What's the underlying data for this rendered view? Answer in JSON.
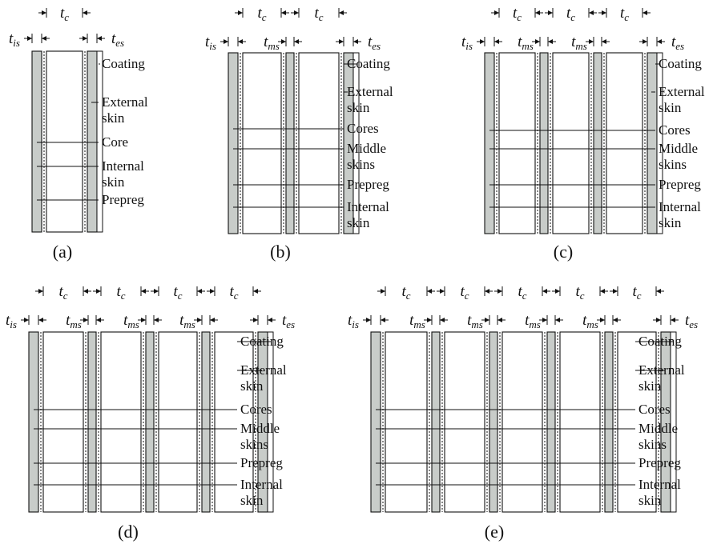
{
  "panels": [
    {
      "caption": "(a)",
      "labels": [
        "Coating",
        "External skin",
        "Core",
        "Internal skin",
        "Prepreg"
      ],
      "dims": [
        {
          "s": "t",
          "sub": "c"
        },
        {
          "s": "t",
          "sub": "is"
        },
        {
          "s": "t",
          "sub": "es"
        }
      ]
    },
    {
      "caption": "(b)",
      "labels": [
        "Coating",
        "External skin",
        "Cores",
        "Middle skins",
        "Prepreg",
        "Internal skin"
      ],
      "dims": [
        {
          "s": "t",
          "sub": "c"
        },
        {
          "s": "t",
          "sub": "c"
        },
        {
          "s": "t",
          "sub": "is"
        },
        {
          "s": "t",
          "sub": "ms"
        },
        {
          "s": "t",
          "sub": "es"
        }
      ]
    },
    {
      "caption": "(c)",
      "labels": [
        "Coating",
        "External skin",
        "Cores",
        "Middle skins",
        "Prepreg",
        "Internal skin"
      ],
      "dims": [
        {
          "s": "t",
          "sub": "c"
        },
        {
          "s": "t",
          "sub": "c"
        },
        {
          "s": "t",
          "sub": "c"
        },
        {
          "s": "t",
          "sub": "is"
        },
        {
          "s": "t",
          "sub": "ms"
        },
        {
          "s": "t",
          "sub": "ms"
        },
        {
          "s": "t",
          "sub": "es"
        }
      ]
    },
    {
      "caption": "(d)",
      "labels": [
        "Coating",
        "External skin",
        "Cores",
        "Middle skins",
        "Prepreg",
        "Internal skin"
      ],
      "dims": [
        {
          "s": "t",
          "sub": "c"
        },
        {
          "s": "t",
          "sub": "c"
        },
        {
          "s": "t",
          "sub": "c"
        },
        {
          "s": "t",
          "sub": "c"
        },
        {
          "s": "t",
          "sub": "is"
        },
        {
          "s": "t",
          "sub": "ms"
        },
        {
          "s": "t",
          "sub": "ms"
        },
        {
          "s": "t",
          "sub": "ms"
        },
        {
          "s": "t",
          "sub": "es"
        }
      ]
    },
    {
      "caption": "(e)",
      "labels": [
        "Coating",
        "External skin",
        "Cores",
        "Middle skins",
        "Prepreg",
        "Internal skin"
      ],
      "dims": [
        {
          "s": "t",
          "sub": "c"
        },
        {
          "s": "t",
          "sub": "c"
        },
        {
          "s": "t",
          "sub": "c"
        },
        {
          "s": "t",
          "sub": "c"
        },
        {
          "s": "t",
          "sub": "c"
        },
        {
          "s": "t",
          "sub": "is"
        },
        {
          "s": "t",
          "sub": "ms"
        },
        {
          "s": "t",
          "sub": "ms"
        },
        {
          "s": "t",
          "sub": "ms"
        },
        {
          "s": "t",
          "sub": "ms"
        },
        {
          "s": "t",
          "sub": "es"
        }
      ]
    }
  ]
}
